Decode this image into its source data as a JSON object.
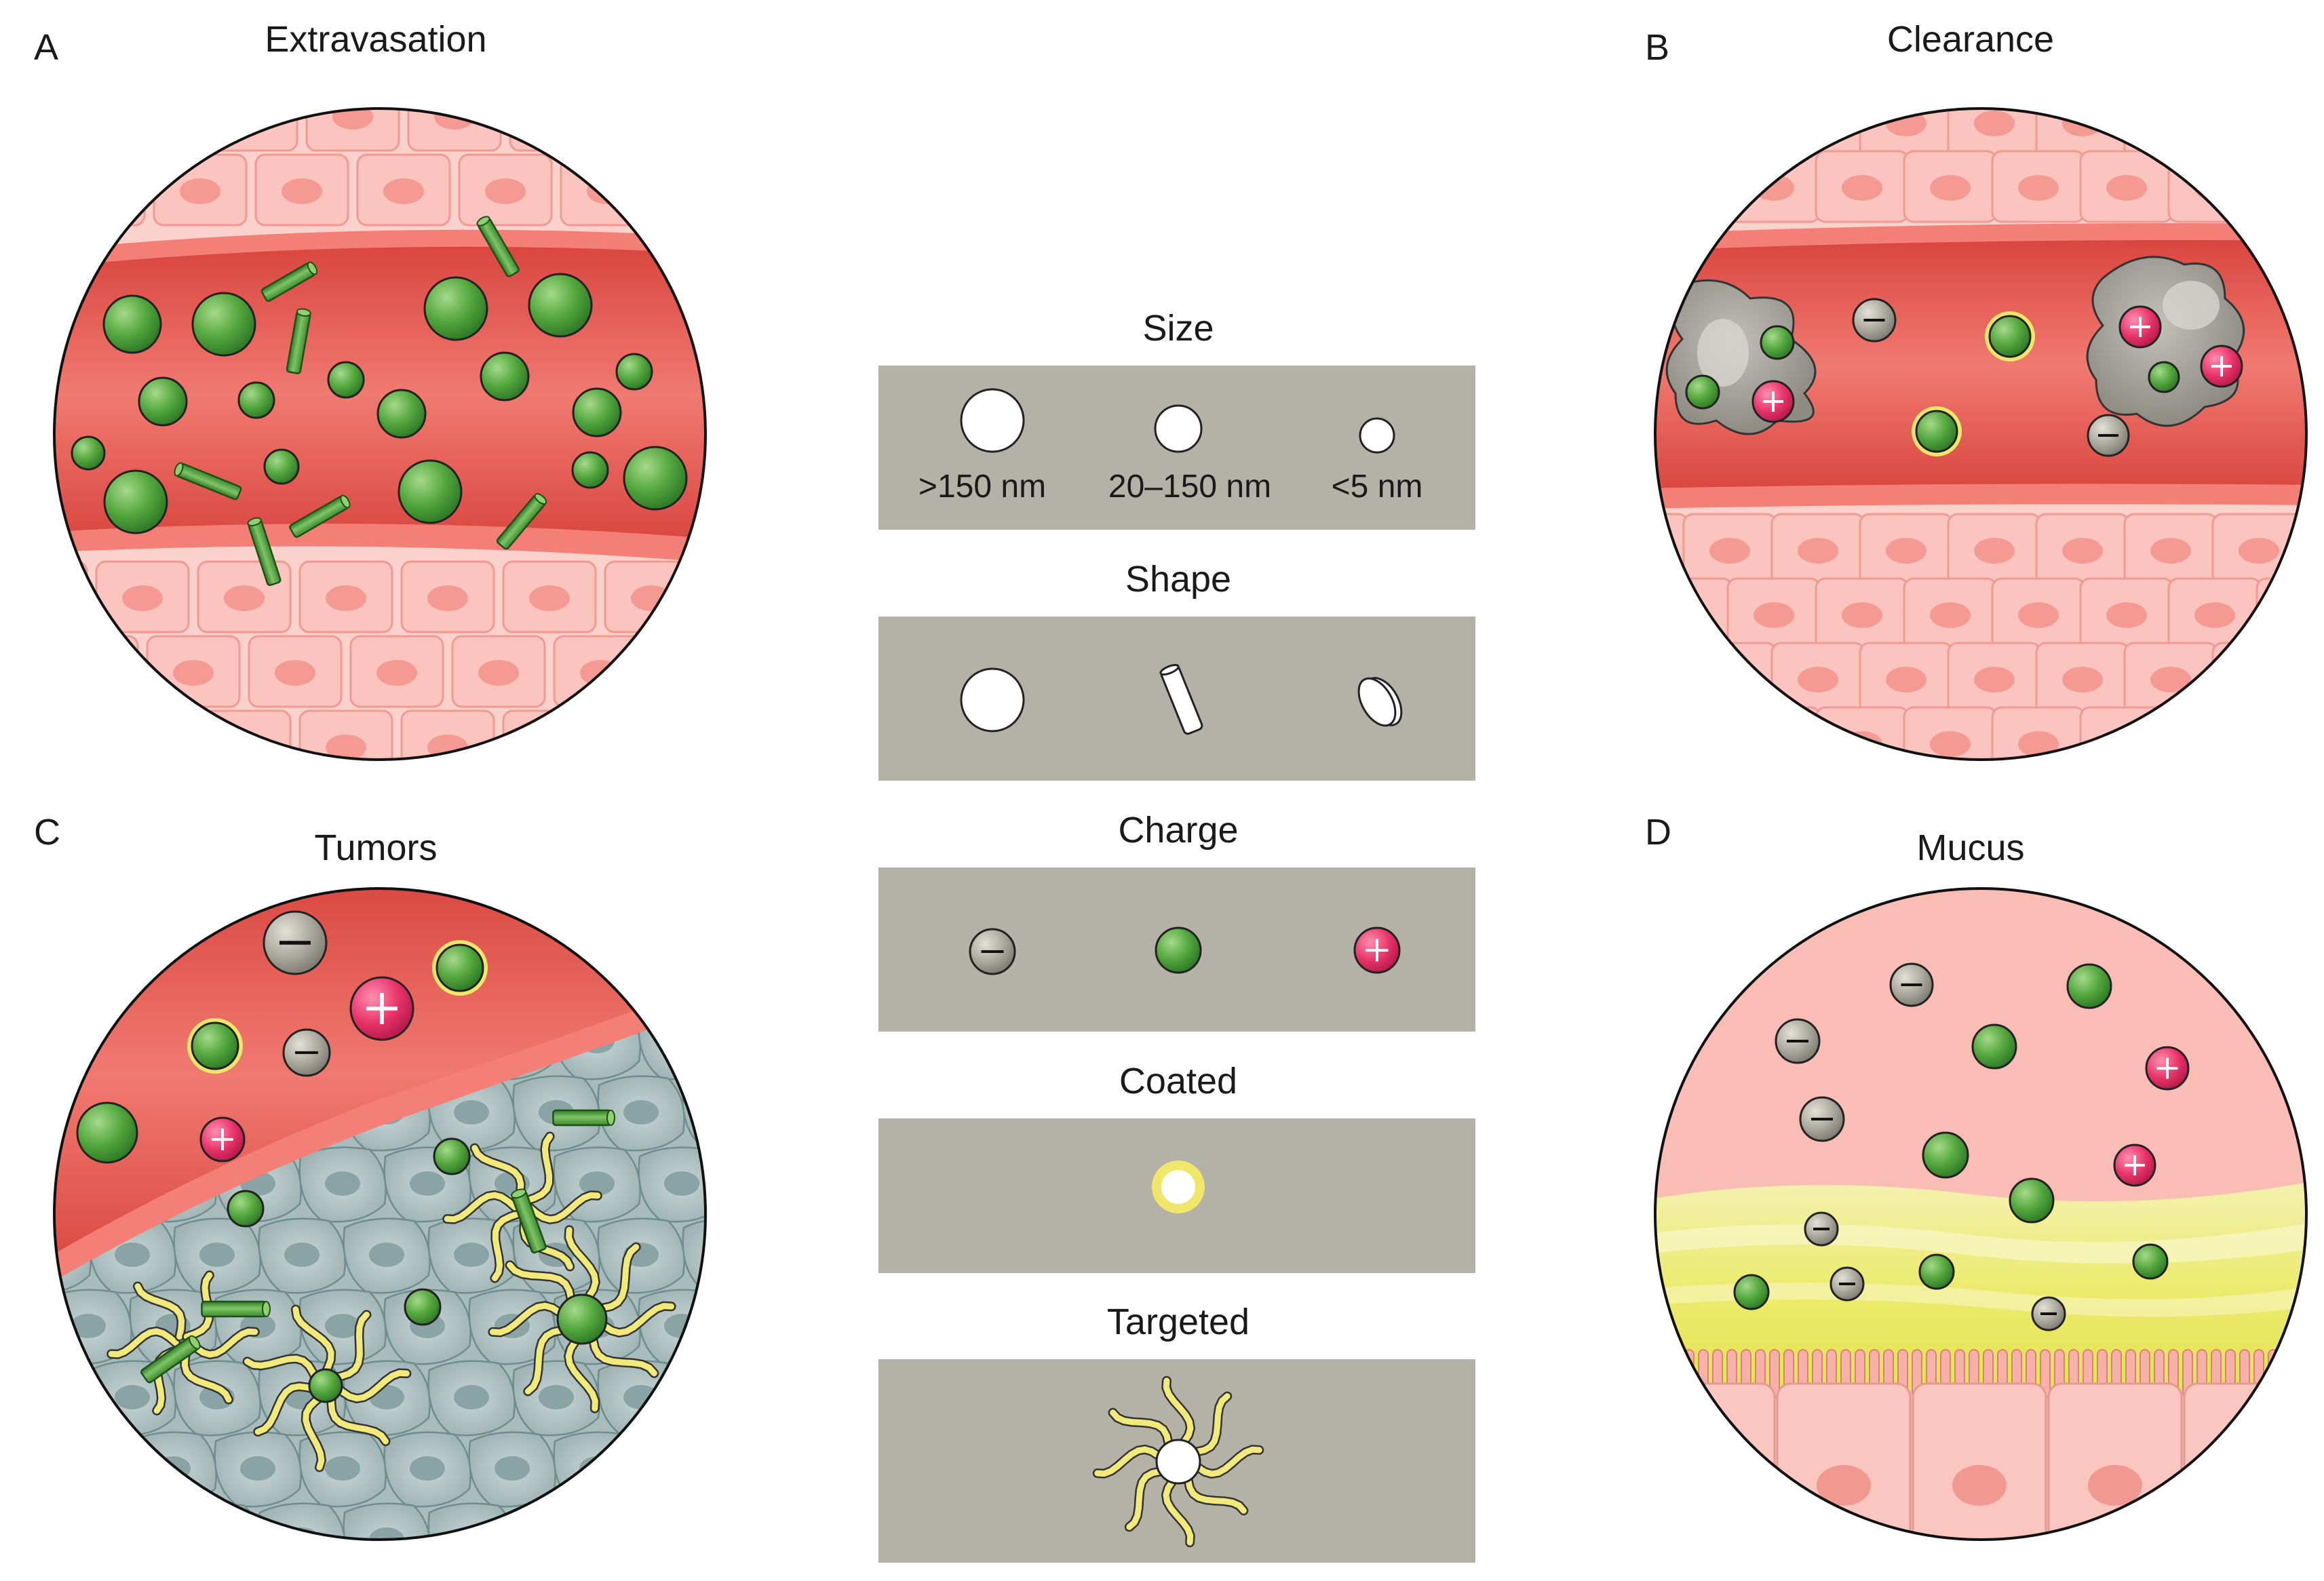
{
  "panels": {
    "a": {
      "letter": "A",
      "title": "Extravasation"
    },
    "b": {
      "letter": "B",
      "title": "Clearance"
    },
    "c": {
      "letter": "C",
      "title": "Tumors"
    },
    "d": {
      "letter": "D",
      "title": "Mucus"
    }
  },
  "legend": {
    "size": {
      "title": "Size",
      "labels": [
        ">150 nm",
        "20–150 nm",
        "<5 nm"
      ]
    },
    "shape": {
      "title": "Shape"
    },
    "charge": {
      "title": "Charge"
    },
    "coated": {
      "title": "Coated"
    },
    "targeted": {
      "title": "Targeted"
    }
  },
  "colors": {
    "particle_green": "#4ea53a",
    "positive_pink": "#e8336a",
    "negative_gray": "#a8a69b",
    "coating_yellow": "#efe66a",
    "tissue_pink": "#f7b3ad",
    "vessel_red": "#e4564f",
    "tumor_gray": "#9fb5b6",
    "mucus_yellow": "#eeed7a",
    "legend_gray": "#b4b2a6"
  }
}
